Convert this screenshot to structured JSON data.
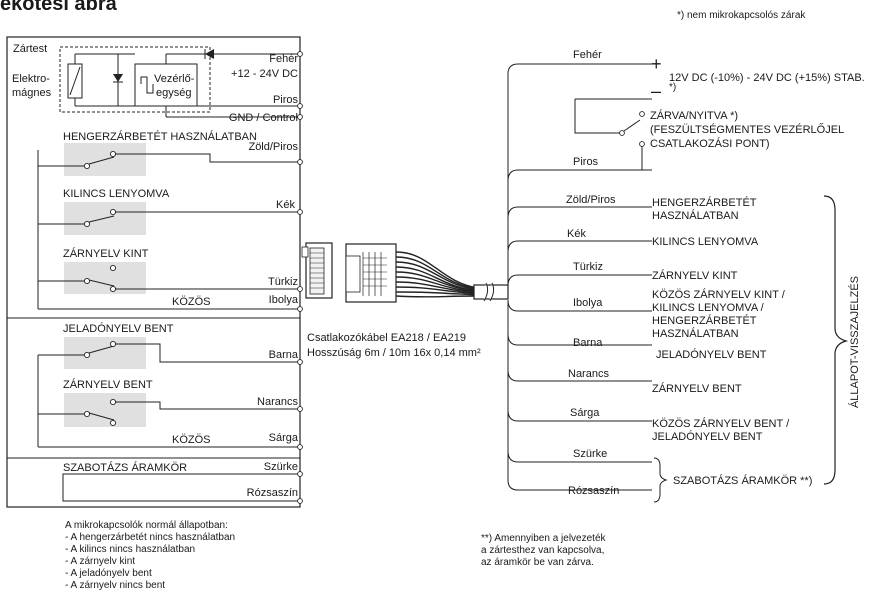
{
  "title": "ekötési ábra",
  "note_top": "*) nem mikrokapcsolós zárak",
  "left": {
    "box_label": "Zártest",
    "elektro": [
      "Elektro-",
      "mágnes"
    ],
    "vezerlo": [
      "Vezérlő-",
      "egység"
    ],
    "feher": "Fehér",
    "voltage": "+12 - 24V DC",
    "piros": "Piros",
    "gnd": "GND / Control",
    "sections": [
      {
        "label": "HENGERZÁRBETÉT HASZNÁLATBAN",
        "wire": "Zöld/Piros"
      },
      {
        "label": "KILINCS LENYOMVA",
        "wire": "Kék"
      },
      {
        "label": "ZÁRNYELV KINT",
        "wire": "Türkiz"
      },
      {
        "label": "JELADÓNYELV BENT",
        "wire": "Barna"
      },
      {
        "label": "ZÁRNYELV BENT",
        "wire": "Narancs"
      }
    ],
    "kozos1": "KÖZÖS",
    "ibolya": "Ibolya",
    "kozos2": "KÖZÖS",
    "sarga": "Sárga",
    "szabotazs": "SZABOTÁZS ÁRAMKÖR",
    "szurke": "Szürke",
    "rozsaszin": "Rózsaszín"
  },
  "cable": [
    "Csatlakozókábel EA218 / EA219",
    "Hosszúság 6m / 10m 16x 0,14 mm²"
  ],
  "right": {
    "wires": [
      "Fehér",
      "Piros",
      "Zöld/Piros",
      "Kék",
      "Türkiz",
      "Ibolya",
      "Barna",
      "Narancs",
      "Sárga",
      "Szürke",
      "Rózsaszín"
    ],
    "plus": "+",
    "minus": "–",
    "minus_note": "*)",
    "supply": "12V DC (-10%) - 24V DC (+15%) STAB.",
    "zarva": [
      "ZÁRVA/NYITVA *)",
      "(FESZÜLTSÉGMENTES VEZÉRLŐJEL",
      "CSATLAKOZÁSI PONT)"
    ],
    "desc": [
      [
        "HENGERZÁRBETÉT",
        "HASZNÁLATBAN"
      ],
      [
        "KILINCS LENYOMVA"
      ],
      [
        "ZÁRNYELV KINT"
      ],
      [
        "KÖZÖS ZÁRNYELV KINT /",
        "KILINCS LENYOMVA /",
        "HENGERZÁRBETÉT",
        "HASZNÁLATBAN"
      ],
      [
        "JELADÓNYELV BENT"
      ],
      [
        "ZÁRNYELV BENT"
      ],
      [
        "KÖZÖS ZÁRNYELV BENT /",
        "JELADÓNYELV BENT"
      ]
    ],
    "allapot": "ÁLLAPOT-VISSZAJELZÉS",
    "szabotazs": "SZABOTÁZS ÁRAMKÖR **)"
  },
  "notes_left": [
    "A mikrokapcsolók normál állapotban:",
    "- A hengerzárbetét nincs használatban",
    "- A kilincs nincs használatban",
    "- A zárnyelv kint",
    "- A jeladónyelv bent",
    "- A zárnyelv nincs bent"
  ],
  "notes_right": [
    "**) Amennyiben a jelvezeték",
    "a zártesthez van kapcsolva,",
    "az áramkör be van zárva."
  ]
}
